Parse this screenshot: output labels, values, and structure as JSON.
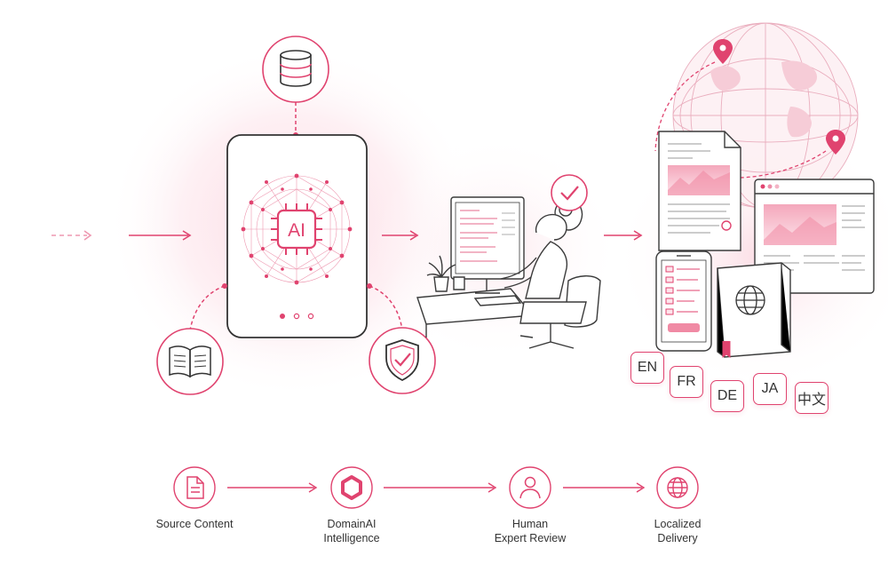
{
  "ai_chip_label": "AI",
  "languages": [
    "EN",
    "FR",
    "DE",
    "JA",
    "中文"
  ],
  "pipeline_steps": [
    {
      "lines": [
        "Source Content"
      ],
      "icon": "document-icon"
    },
    {
      "lines": [
        "DomainAI",
        "Intelligence"
      ],
      "icon": "hexagon-icon"
    },
    {
      "lines": [
        "Human",
        "Expert Review"
      ],
      "icon": "person-icon"
    },
    {
      "lines": [
        "Localized",
        "Delivery"
      ],
      "icon": "globe-icon"
    }
  ],
  "colors": {
    "accent": "#e0436f",
    "accent_light": "#fbdde5",
    "line": "#3a3a3a"
  }
}
